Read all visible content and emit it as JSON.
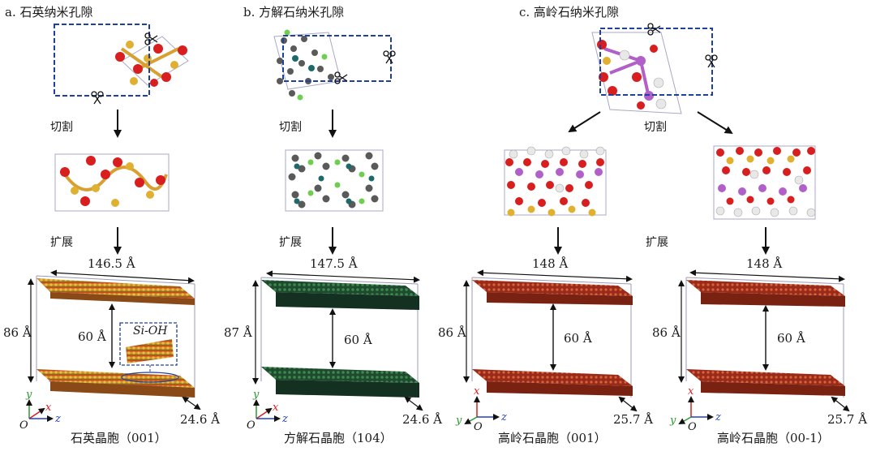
{
  "panels": {
    "a": {
      "title": "a. 石英纳米孔隙",
      "cut": "切割",
      "expand": "扩展",
      "width_label": "146.5 Å",
      "height_label": "86 Å",
      "gap_label": "60 Å",
      "depth_label": "24.6 Å",
      "inset_label": "Si-OH",
      "caption": "石英晶胞（001）"
    },
    "b": {
      "title": "b. 方解石纳米孔隙",
      "cut": "切割",
      "expand": "扩展",
      "width_label": "147.5 Å",
      "height_label": "87 Å",
      "gap_label": "60 Å",
      "depth_label": "24.6 Å",
      "caption": "方解石晶胞（104）"
    },
    "c": {
      "title": "c. 高岭石纳米孔隙",
      "cut": "切割",
      "expand": "扩展",
      "left": {
        "width_label": "148 Å",
        "height_label": "86 Å",
        "gap_label": "60 Å",
        "depth_label": "25.7 Å",
        "caption": "高岭石晶胞（001）"
      },
      "right": {
        "width_label": "148 Å",
        "height_label": "86 Å",
        "gap_label": "60 Å",
        "depth_label": "25.7 Å",
        "caption": "高岭石晶胞（00-1）"
      }
    }
  },
  "axes": {
    "a": {
      "up": "y",
      "side": "x",
      "right": "z",
      "origin": "O"
    },
    "b": {
      "up": "y",
      "side": "x",
      "right": "z",
      "origin": "O"
    },
    "c_left": {
      "up": "x",
      "side": "y",
      "right": "z",
      "origin": "O"
    },
    "c_right": {
      "up": "x",
      "side": "y",
      "right": "z",
      "origin": "O"
    }
  },
  "colors": {
    "oxygen": "#d81e1e",
    "silicon": "#e0b030",
    "calcium": "#6ecf4f",
    "carbon": "#1e5a5a",
    "aluminum": "#b060c8",
    "hydrogen": "#e8e8e8",
    "dashed_box": "#2040a0",
    "frame": "#9a9ab8"
  },
  "icons": [
    "scissors-icon",
    "down-arrow-icon",
    "axis-triad-icon"
  ]
}
